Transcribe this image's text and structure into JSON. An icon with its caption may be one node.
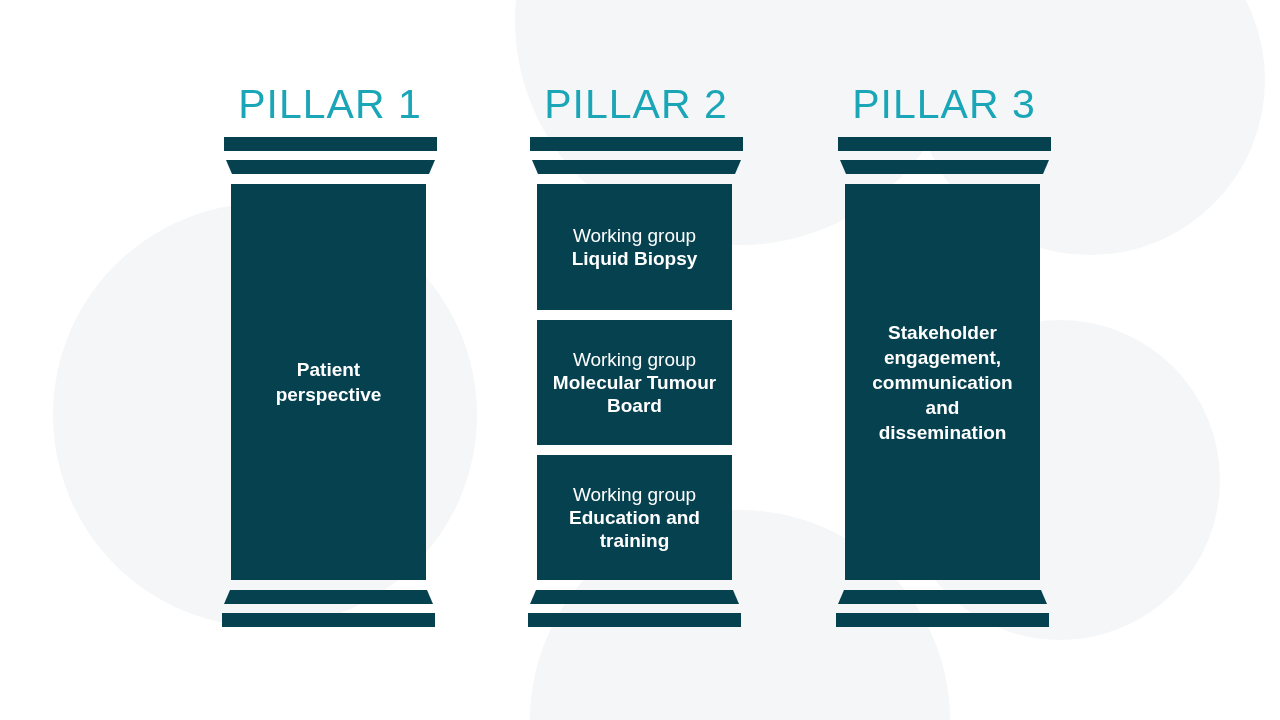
{
  "diagram": {
    "nodes": [
      {
        "text": [
          "PILLAR 1",
          "Patient perspective"
        ]
      },
      {
        "text": [
          "PILLAR 2"
        ]
      },
      {
        "text": [
          "Working group **Liquid Biopsy**"
        ],
        "in": 1
      },
      {
        "text": [
          "Working group **Molecular Tumour Board**"
        ],
        "in": 1
      },
      {
        "text": [
          "Working group **Education and training**"
        ],
        "in": 1
      },
      {
        "text": [
          "PILLAR 3",
          "Stakeholder engagement, communication and dissemination"
        ]
      }
    ]
  }
}
